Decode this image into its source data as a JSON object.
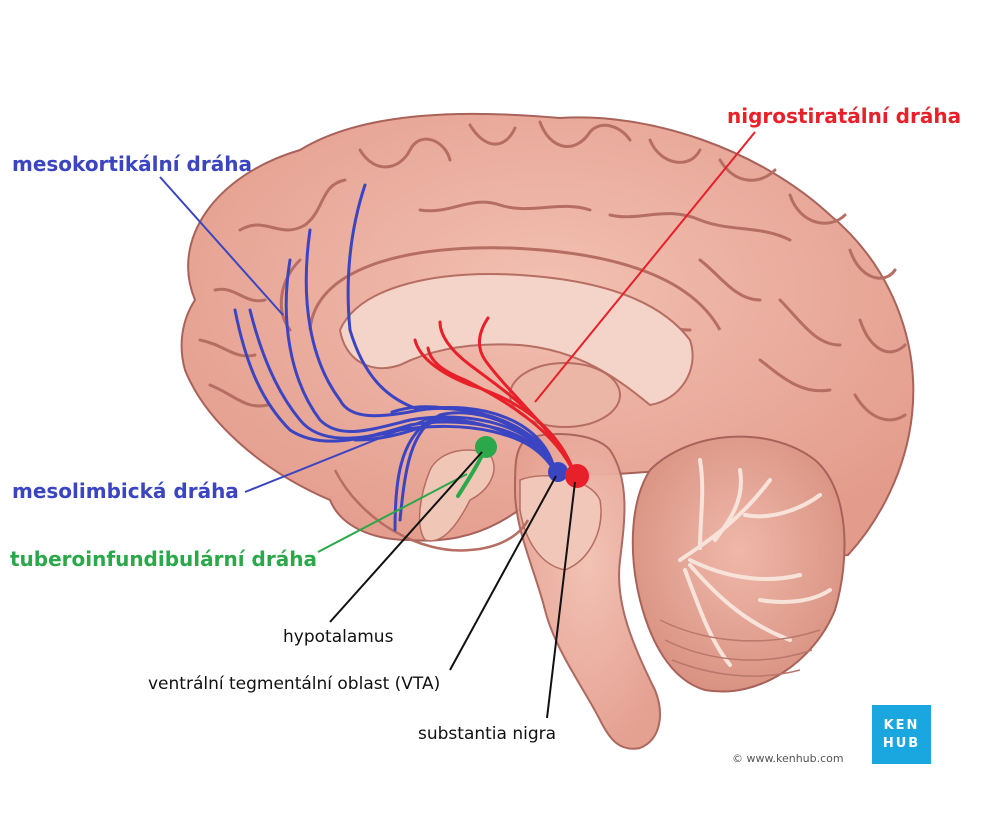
{
  "labels": {
    "mesocortical": "mesokortikální dráha",
    "nigrostriatal": "nigrostiratální dráha",
    "mesolimbic": "mesolimbická dráha",
    "tuberoinfundibular": "tuberoinfundibulární dráha",
    "hypothalamus": "hypotalamus",
    "vta": "ventrální tegmentální oblast (VTA)",
    "substantia_nigra": "substantia nigra"
  },
  "credit": {
    "copyright": "© www.kenhub.com",
    "logo_line1": "KEN",
    "logo_line2": "HUB"
  },
  "colors": {
    "blue_pathway": "#3b45c2",
    "red_pathway": "#e8202a",
    "green_pathway": "#2aa84a",
    "leader_black": "#111111",
    "brain_tissue": "#e9ab9c",
    "brain_sulcus": "#b66e62",
    "brainstem": "#efc4b4",
    "logo_bg": "#1aa7e0"
  }
}
